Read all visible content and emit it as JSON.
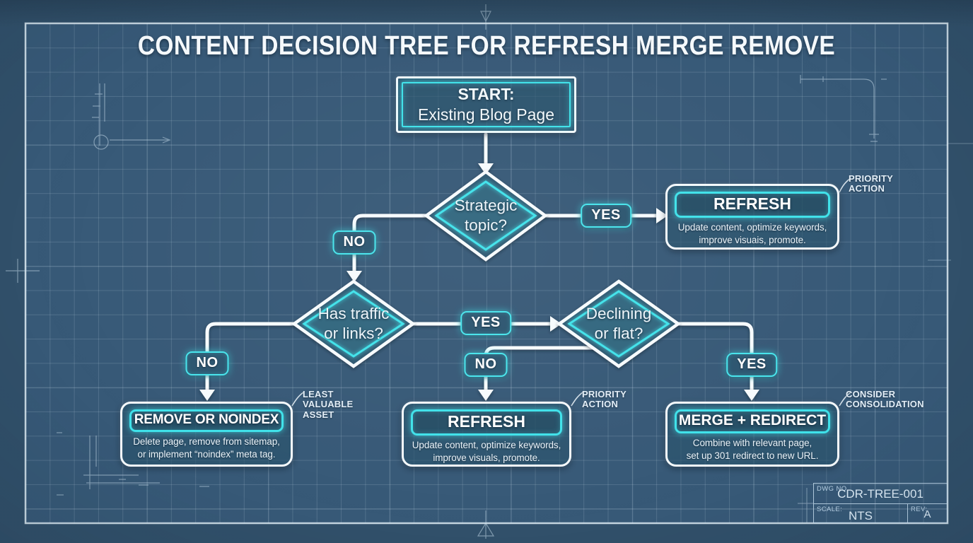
{
  "title": "CONTENT DECISION TREE FOR REFRESH MERGE REMOVE",
  "colors": {
    "background": "#375977",
    "frame_outer": "#31506A",
    "accent_cyan": "#3FE2EA",
    "line_white": "#F5FAFD",
    "grid_line": "#AECBE0",
    "text_primary": "#F2F8FB",
    "annotation_text": "#E3EEF7"
  },
  "flowchart": {
    "start": {
      "line1": "START:",
      "line2": "Existing Blog Page"
    },
    "decisions": {
      "strategic": {
        "line1": "Strategic",
        "line2": "topic?"
      },
      "traffic": {
        "line1": "Has traffic",
        "line2": "or links?"
      },
      "declining": {
        "line1": "Declining",
        "line2": "or flat?"
      }
    },
    "edge_labels": {
      "strategic_yes": "YES",
      "strategic_no": "NO",
      "traffic_yes": "YES",
      "traffic_no": "NO",
      "declining_no": "NO",
      "declining_yes": "YES"
    },
    "actions": {
      "refresh_top": {
        "title": "REFRESH",
        "line1": "Update content, optimize keywords,",
        "line2": "improve visuais, promote."
      },
      "remove": {
        "title": "REMOVE OR NOINDEX",
        "line1": "Delete page, remove from sitemap,",
        "line2": "or implement “noindex” meta tag."
      },
      "refresh_bottom": {
        "title": "REFRESH",
        "line1": "Update content, optimize keywords,",
        "line2": "improve visuals, promote."
      },
      "merge": {
        "title": "MERGE + REDIRECT",
        "line1": "Combine with relevant page,",
        "line2": "set up 301 redirect to new URL."
      }
    },
    "annotations": {
      "priority_top": {
        "lines": [
          "PRIORITY",
          "ACTION"
        ]
      },
      "least_valuable": {
        "lines": [
          "LEAST",
          "VALUABLE",
          "ASSET"
        ]
      },
      "priority_bottom": {
        "lines": [
          "PRIORITY",
          "ACTION"
        ]
      },
      "consider": {
        "lines": [
          "CONSIDER",
          "CONSOLIDATION"
        ]
      }
    }
  },
  "title_block": {
    "dwg_label": "DWG NO.",
    "dwg_value": "CDR-TREE-001",
    "scale_label": "SCALE:",
    "scale_value": "NTS",
    "rev_label": "REV:",
    "rev_value": "A"
  }
}
